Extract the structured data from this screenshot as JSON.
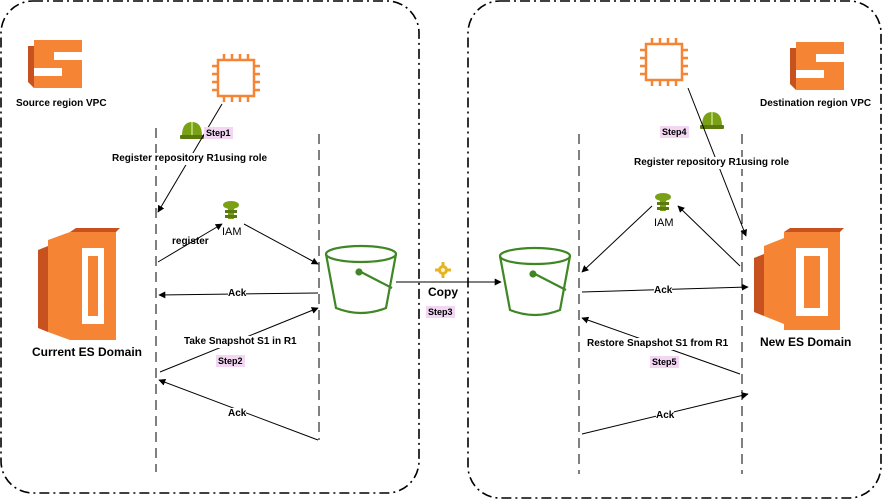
{
  "source": {
    "region_label": "Source region VPC",
    "domain_label": "Current ES Domain",
    "step1": "Step1",
    "register_role": "Register repository R1using role",
    "register": "register",
    "iam": "IAM",
    "ack_top": "Ack",
    "take_snapshot": "Take Snapshot S1 in R1",
    "step2": "Step2",
    "ack_bottom": "Ack"
  },
  "copy": {
    "label": "Copy",
    "step3": "Step3"
  },
  "destination": {
    "region_label": "Destination  region VPC",
    "domain_label": "New ES Domain",
    "step4": "Step4",
    "register_role": "Register repository R1using role",
    "iam": "IAM",
    "ack_top": "Ack",
    "restore_snapshot": "Restore Snapshot S1 from R1",
    "step5": "Step5",
    "ack_bottom": "Ack"
  },
  "colors": {
    "aws_orange": "#f58534",
    "aws_orange_dark": "#c7511f",
    "bucket_green": "#3f8624",
    "iam_green": "#7aa116",
    "step_highlight": "#f2d6f2"
  }
}
